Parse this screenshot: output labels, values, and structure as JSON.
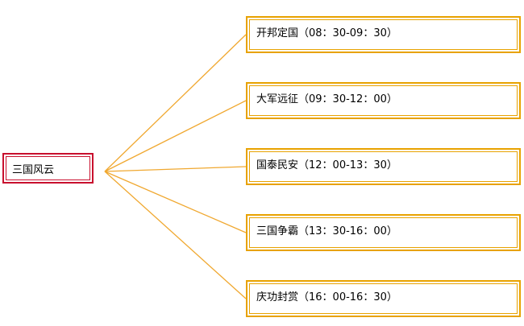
{
  "root": {
    "label": "三国风云"
  },
  "branches": [
    {
      "label": "开邦定国（08：30-09：30）"
    },
    {
      "label": "大军远征（09：30-12：00）"
    },
    {
      "label": "国泰民安（12：00-13：30）"
    },
    {
      "label": "三国争霸（13：30-16：00）"
    },
    {
      "label": "庆功封赏（16：00-16：30）"
    }
  ],
  "colors": {
    "root_border": "#c8102e",
    "branch_border": "#e8a200",
    "connector": "#f0a830"
  }
}
